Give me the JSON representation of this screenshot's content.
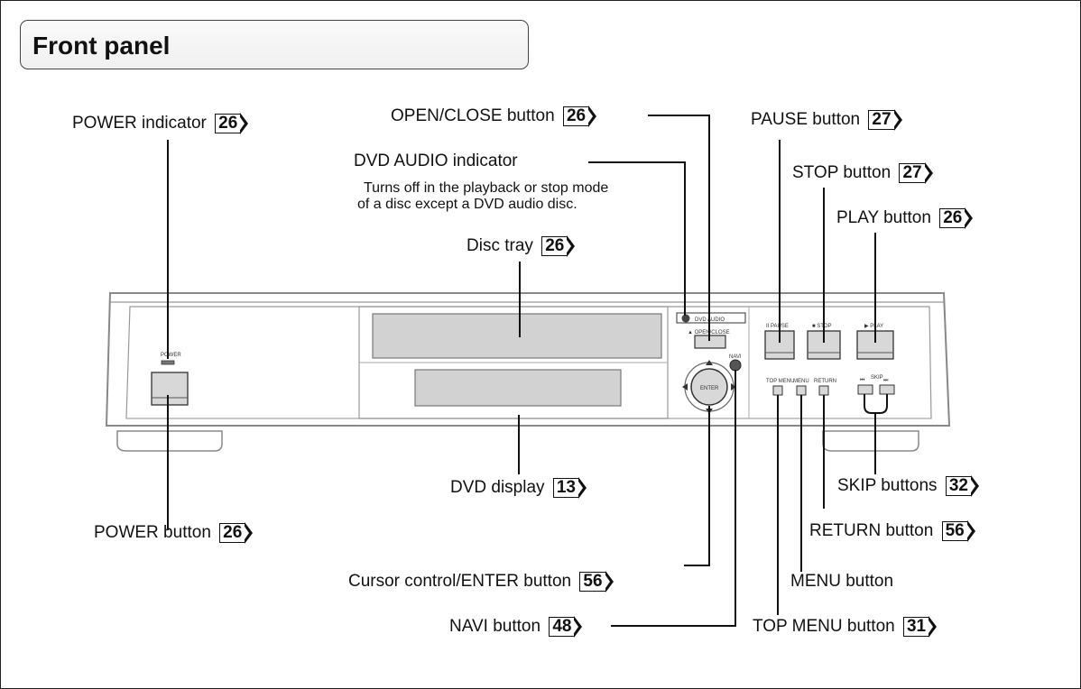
{
  "title": "Front panel",
  "labels": {
    "power_indicator": {
      "text": "POWER indicator",
      "page": "26"
    },
    "open_close": {
      "text": "OPEN/CLOSE button",
      "page": "26"
    },
    "dvd_audio_indicator": {
      "text": "DVD AUDIO indicator",
      "page": ""
    },
    "dvd_audio_note_1": "Turns off in the playback or stop mode",
    "dvd_audio_note_2": "of a disc except a DVD audio disc.",
    "disc_tray": {
      "text": "Disc tray",
      "page": "26"
    },
    "pause": {
      "text": "PAUSE button",
      "page": "27"
    },
    "stop": {
      "text": "STOP button",
      "page": "27"
    },
    "play": {
      "text": "PLAY button",
      "page": "26"
    },
    "dvd_display": {
      "text": "DVD display",
      "page": "13"
    },
    "power_button": {
      "text": "POWER button",
      "page": "26"
    },
    "cursor_enter": {
      "text": "Cursor control/ENTER button",
      "page": "56"
    },
    "skip": {
      "text": "SKIP buttons",
      "page": "32"
    },
    "return": {
      "text": "RETURN button",
      "page": "56"
    },
    "menu": {
      "text": "MENU button",
      "page": ""
    },
    "navi": {
      "text": "NAVI button",
      "page": "48"
    },
    "top_menu": {
      "text": "TOP MENU button",
      "page": "31"
    }
  },
  "panel": {
    "power": "POWER",
    "dvd_audio": "DVD AUDIO",
    "open_close": "▲ OPEN/CLOSE",
    "enter": "ENTER",
    "navi": "NAVI",
    "pause": "II PAUSE",
    "stop": "■ STOP",
    "play": "▶ PLAY",
    "top_menu": "TOP MENU",
    "menu": "MENU",
    "return": "RETURN",
    "skip": "SKIP",
    "skip_prev": "⏮",
    "skip_next": "⏭"
  }
}
